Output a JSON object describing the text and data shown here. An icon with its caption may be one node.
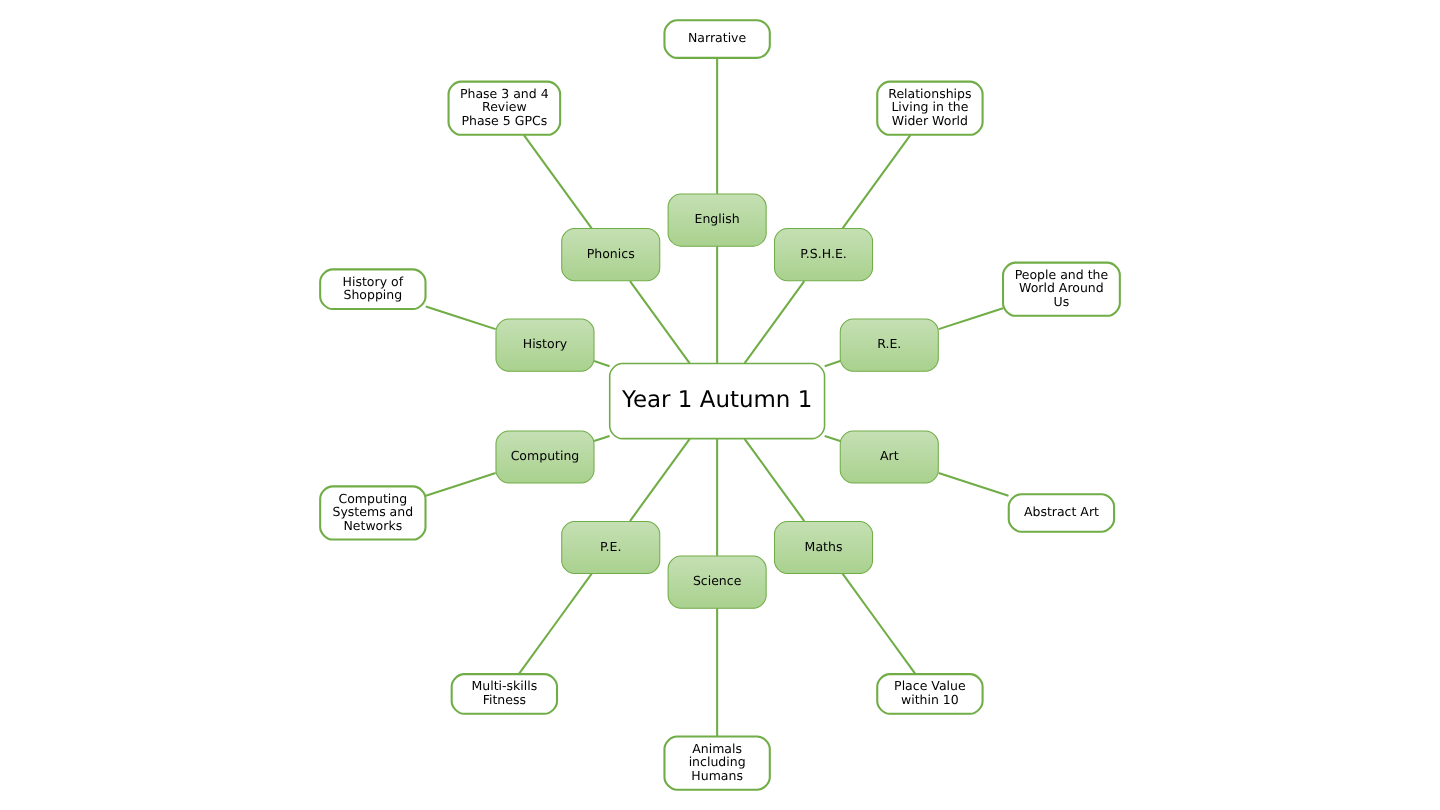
{
  "diagram": {
    "nodes": [
      {
        "text": [
          "People and the World Around Us"
        ]
      },
      {
        "text": [
          "Relationships",
          "Living in the Wider World"
        ]
      },
      {
        "text": [
          "Narrative"
        ]
      },
      {
        "text": [
          "Phase 3 and 4 Review",
          "Phase 5 GPCs"
        ]
      },
      {
        "text": [
          "R.E."
        ]
      },
      {
        "text": [
          "P.S.H.E."
        ]
      },
      {
        "text": [
          "English"
        ]
      },
      {
        "text": [
          "Phonics"
        ]
      },
      {
        "text": [
          "Computing Systems and Networks"
        ]
      },
      {
        "text": [
          "History"
        ]
      },
      {
        "text": [
          "Year 1 Autumn 1"
        ]
      },
      {
        "text": [
          "Computing"
        ]
      },
      {
        "text": [
          "History of Shopping"
        ]
      },
      {
        "text": [
          "P.E."
        ]
      },
      {
        "text": [
          "Science"
        ]
      },
      {
        "text": [
          "Maths"
        ]
      },
      {
        "text": [
          "Art"
        ]
      },
      {
        "text": [
          "Multi-skills",
          "Fitness"
        ]
      },
      {
        "text": [
          "Animals including Humans"
        ]
      },
      {
        "text": [
          "Place Value within 10"
        ]
      },
      {
        "text": [
          "Abstract Art"
        ]
      }
    ],
    "edges": [
      {
        "from": 10,
        "to": 4,
        "arrow": "none"
      },
      {
        "from": 10,
        "to": 5,
        "arrow": "none"
      },
      {
        "from": 10,
        "to": 6,
        "arrow": "none"
      },
      {
        "from": 10,
        "to": 7,
        "arrow": "none"
      },
      {
        "from": 10,
        "to": 11,
        "arrow": "none"
      },
      {
        "from": 10,
        "to": 13,
        "arrow": "none"
      },
      {
        "from": 10,
        "to": 16,
        "arrow": "none"
      },
      {
        "from": 10,
        "to": 15,
        "arrow": "none"
      },
      {
        "from": 10,
        "to": 14,
        "arrow": "none"
      },
      {
        "from": 10,
        "to": 9,
        "arrow": "none"
      },
      {
        "from": 4,
        "to": 0,
        "arrow": "none"
      },
      {
        "from": 5,
        "to": 1,
        "arrow": "none"
      },
      {
        "from": 6,
        "to": 2,
        "arrow": "none"
      },
      {
        "from": 7,
        "to": 3,
        "arrow": "none"
      },
      {
        "from": 11,
        "to": 8,
        "arrow": "none"
      },
      {
        "from": 13,
        "to": 17,
        "arrow": "none"
      },
      {
        "from": 16,
        "to": 20,
        "arrow": "none"
      },
      {
        "from": 15,
        "to": 19,
        "arrow": "none"
      },
      {
        "from": 14,
        "to": 18,
        "arrow": "none"
      },
      {
        "from": 9,
        "to": 12,
        "arrow": "none"
      }
    ]
  }
}
